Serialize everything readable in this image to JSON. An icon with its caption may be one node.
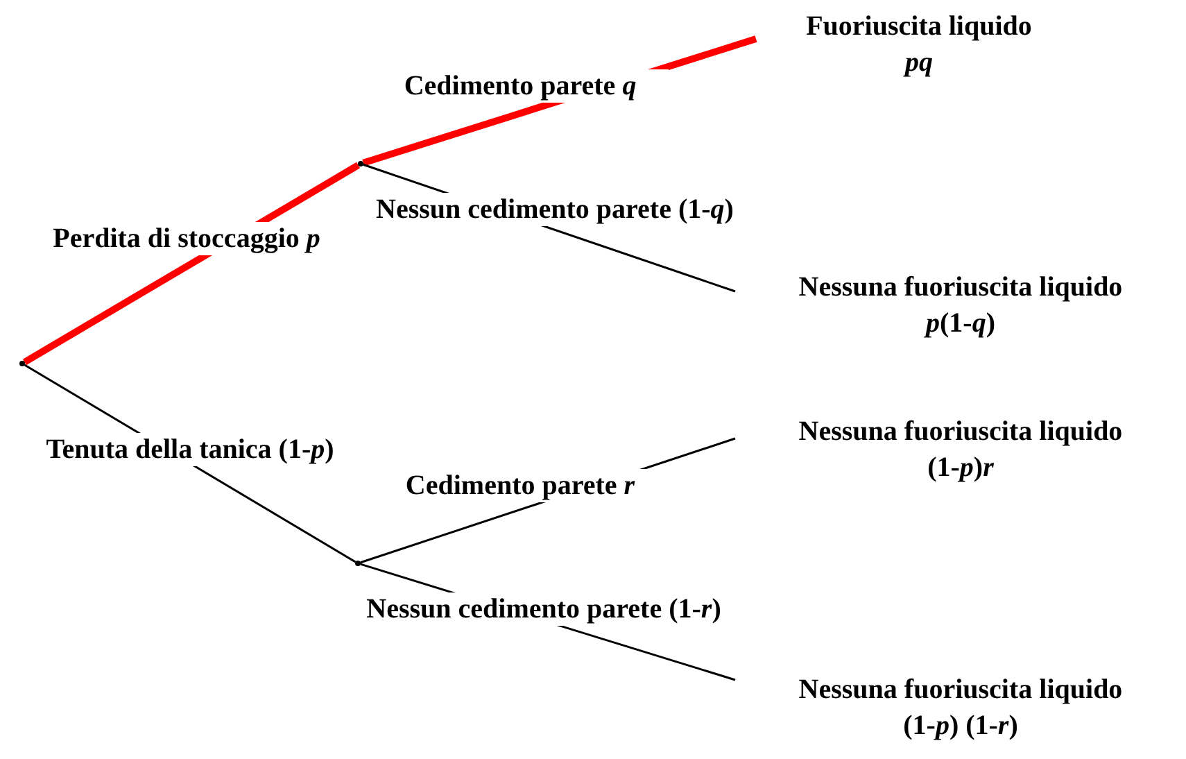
{
  "diagram": {
    "nodes": [
      {
        "text": [],
        "shape": "point"
      },
      {
        "text": [],
        "shape": "point"
      },
      {
        "text": [],
        "shape": "point"
      },
      {
        "text": [
          "Fuoriuscita liquido",
          "*pq*"
        ]
      },
      {
        "text": [
          "Nessuna fuoriuscita liquido",
          "*p*(1-*q*)"
        ]
      },
      {
        "text": [
          "Nessuna fuoriuscita liquido",
          "(1-*p*)*r*"
        ]
      },
      {
        "text": [
          "Nessuna fuoriuscita liquido",
          "(1-*p*) (1-*r*)"
        ]
      }
    ],
    "edges": [
      {
        "from": 0,
        "to": 1,
        "arrow": "none",
        "label": "Perdita di stoccaggio *p*",
        "style": "thick",
        "color": "#ff0000"
      },
      {
        "from": 1,
        "to": 3,
        "arrow": "none",
        "label": "Cedimento parete *q*",
        "style": "thick",
        "color": "#ff0000"
      },
      {
        "from": 1,
        "to": 4,
        "arrow": "none",
        "label": "Nessun cedimento parete (1-*q*)"
      },
      {
        "from": 0,
        "to": 2,
        "arrow": "none",
        "label": "Tenuta della tanica (1-*p*)"
      },
      {
        "from": 2,
        "to": 5,
        "arrow": "none",
        "label": "Cedimento parete *r*"
      },
      {
        "from": 2,
        "to": 6,
        "arrow": "none",
        "label": "Nessun cedimento parete (1-*r*)"
      }
    ]
  }
}
